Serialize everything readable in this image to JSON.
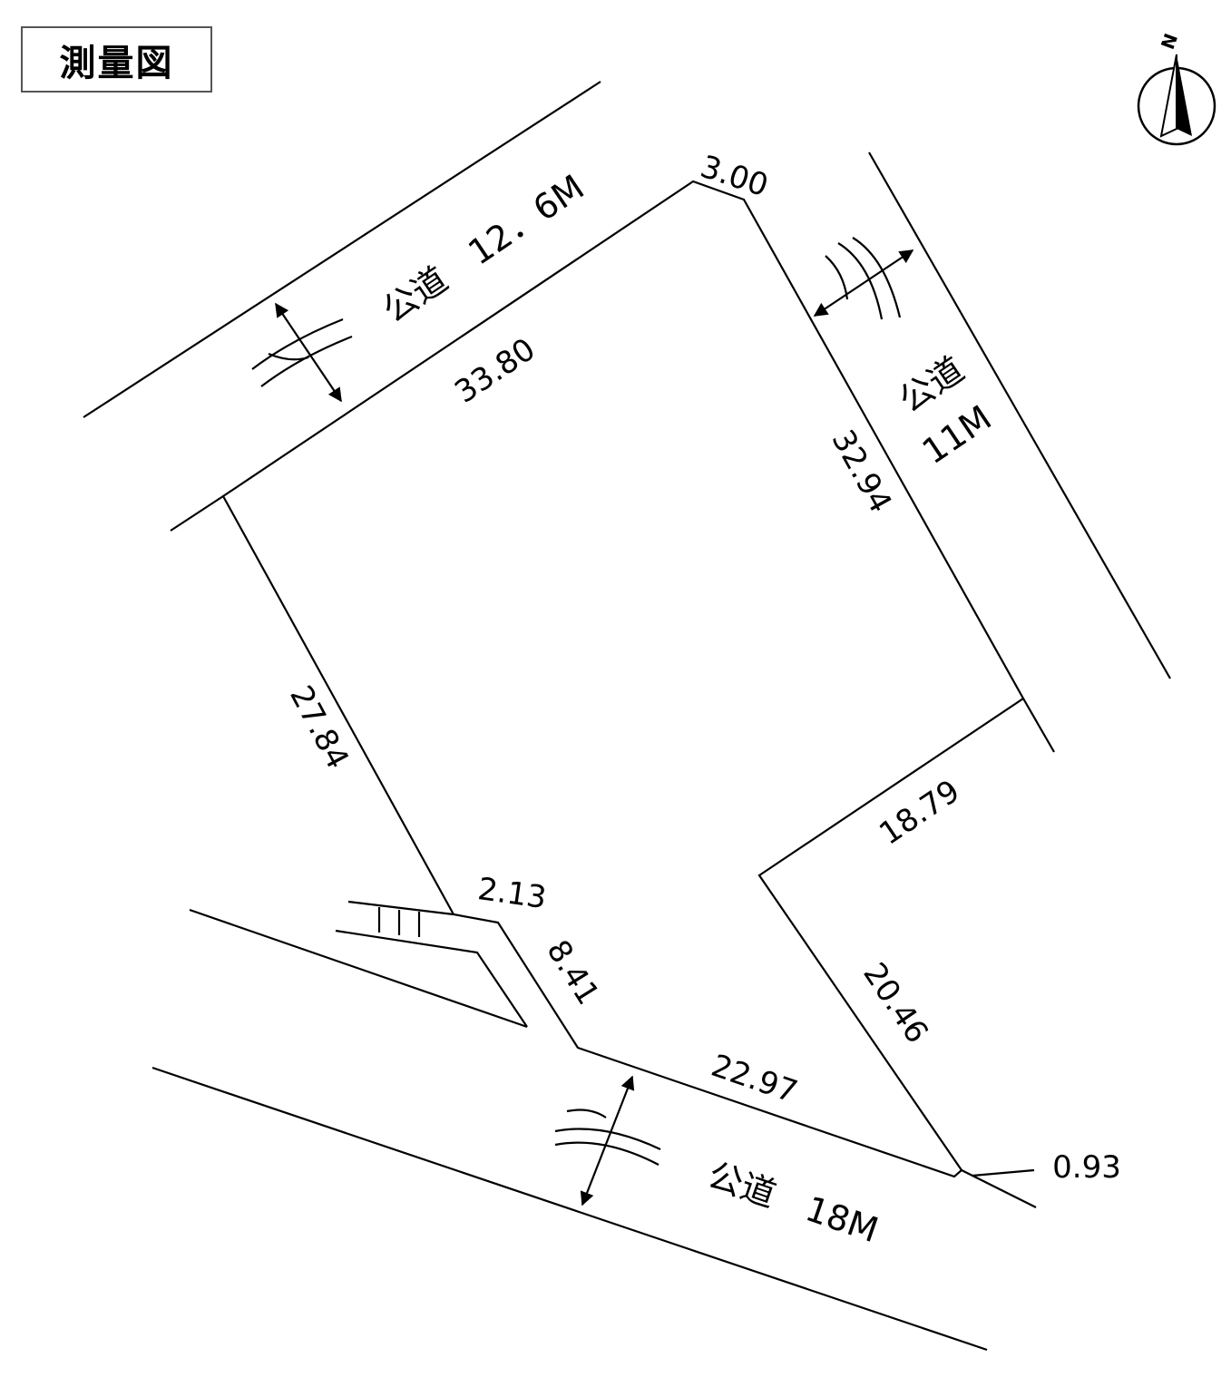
{
  "title": "測量図",
  "north_label": "N",
  "dimensions": {
    "d_3_00": "3.00",
    "d_33_80": "33.80",
    "d_32_94": "32.94",
    "d_27_84": "27.84",
    "d_18_79": "18.79",
    "d_2_13": "2.13",
    "d_8_41": "8.41",
    "d_20_46": "20.46",
    "d_22_97": "22.97",
    "d_0_93": "0.93"
  },
  "roads": {
    "north": "公道　12．6M",
    "east_line1": "公道",
    "east_line2": "11M",
    "south": "公道　18M"
  },
  "colors": {
    "line": "#000000",
    "background": "#ffffff",
    "frame": "#555555"
  }
}
